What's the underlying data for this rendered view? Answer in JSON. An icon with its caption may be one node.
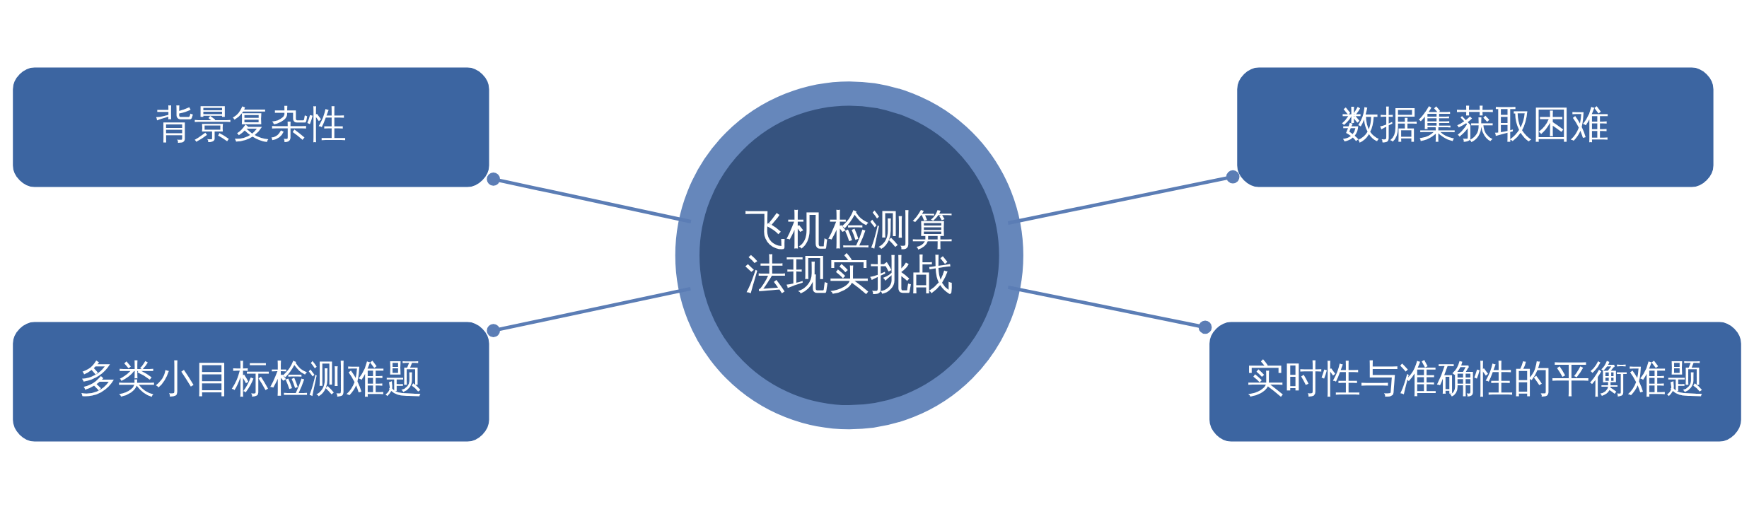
{
  "diagram": {
    "nodes": [
      {
        "text": [
          "背景复杂性"
        ]
      },
      {
        "text": [
          "数据集获取困难"
        ]
      },
      {
        "text": [
          "飞机检测算法现实挑战"
        ]
      },
      {
        "text": [
          "多类小目标检测难题"
        ]
      },
      {
        "text": [
          "实时性与准确性的平衡难题"
        ]
      }
    ],
    "edges": [
      {
        "from": 2,
        "to": 0,
        "arrow": "other"
      },
      {
        "from": 2,
        "to": 1,
        "arrow": "other"
      },
      {
        "from": 2,
        "to": 3,
        "arrow": "other"
      },
      {
        "from": 2,
        "to": 4,
        "arrow": "other"
      }
    ]
  }
}
